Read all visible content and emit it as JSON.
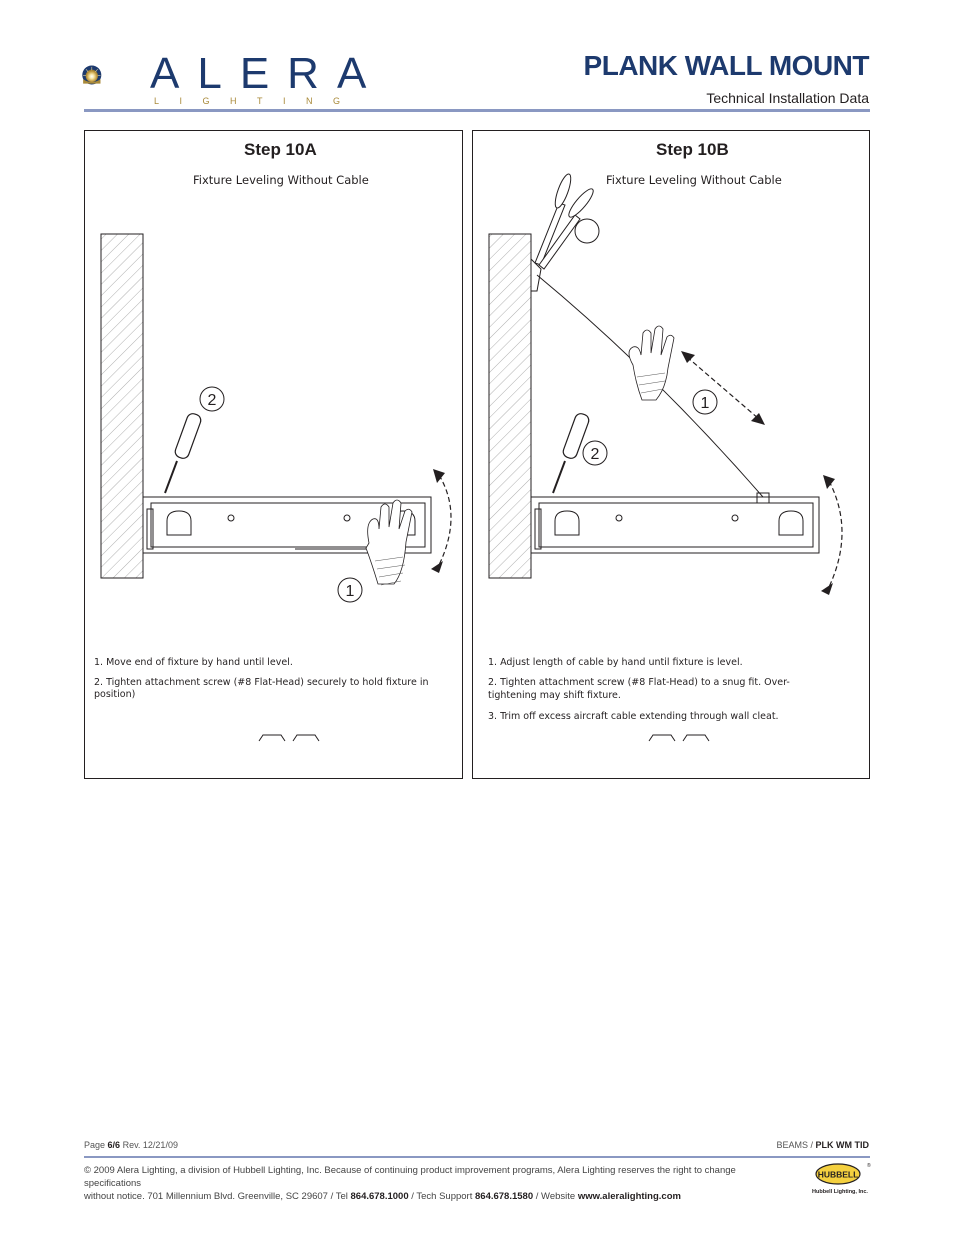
{
  "header": {
    "brand_name": "ALERA",
    "brand_sub": "LIGHTING",
    "title": "PLANK WALL MOUNT",
    "subtitle": "Technical Installation Data"
  },
  "colors": {
    "brand_navy": "#1d3a6e",
    "brand_gold": "#a98a3a",
    "rule_blue": "#8a98c2"
  },
  "step_a": {
    "title": "Step 10A",
    "subtitle": "Fixture Leveling Without Cable",
    "callout_1": "1",
    "callout_2": "2",
    "notes": [
      "1. Move end of fixture by hand until level.",
      "2. Tighten attachment screw (#8 Flat-Head) securely to hold fixture in position)"
    ]
  },
  "step_b": {
    "title": "Step 10B",
    "subtitle": "Fixture Leveling Without Cable",
    "callout_1": "1",
    "callout_2": "2",
    "notes": [
      "1. Adjust length of cable by hand until fixture is level.",
      "2. Tighten attachment screw (#8 Flat-Head) to a snug fit. Over-",
      "tightening may shift fixture.",
      "3. Trim off excess aircraft cable extending through wall cleat."
    ]
  },
  "footer": {
    "page_label": "Page",
    "page_value": "6/6",
    "rev": "Rev. 12/21/09",
    "series_prefix": "BEAMS /",
    "series_code": "PLK WM TID",
    "copyright_line1": "© 2009 Alera Lighting, a division of Hubbell Lighting, Inc. Because of continuing product improvement programs, Alera Lighting reserves the right to change specifications",
    "copyright_line2_a": "without notice. 701 Millennium Blvd. Greenville, SC 29607 / Tel",
    "tel": "864.678.1000",
    "tech_label": "/ Tech Support",
    "tech": "864.678.1580",
    "web_label": "/ Website",
    "web": "www.aleralighting.com",
    "hubbell_logo_text": "HUBBELL",
    "hubbell_caption": "Hubbell Lighting, Inc."
  }
}
